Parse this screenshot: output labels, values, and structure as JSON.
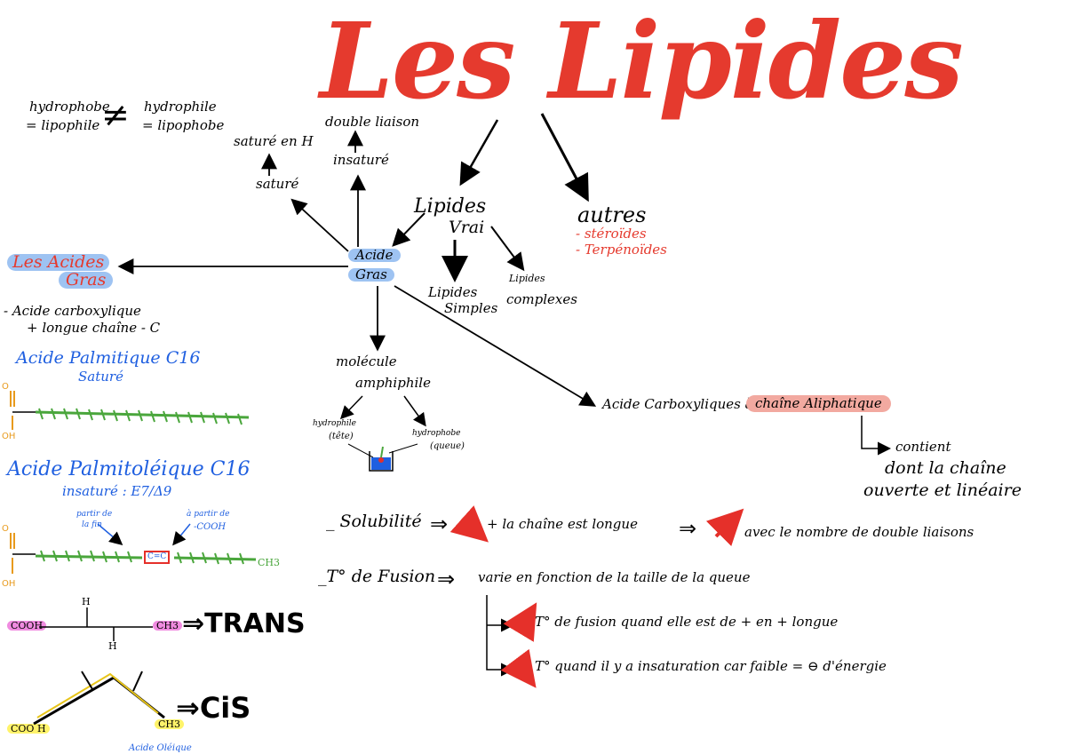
{
  "title": "Les Lipides",
  "top_left_note": {
    "left_line1": "hydrophobe",
    "left_line2": "= lipophile",
    "neq": "≠",
    "right_line1": "hydrophile",
    "right_line2": "= lipophobe"
  },
  "branches": {
    "lipides_vrai_line1": "Lipides",
    "lipides_vrai_line2": "Vrai",
    "autres": "autres",
    "autres_items": [
      "- stéroïdes",
      "- Terpénoïdes"
    ],
    "lipides_simples_line1": "Lipides",
    "lipides_simples_line2": "Simples",
    "lipides_complexes_line1": "Lipides",
    "lipides_complexes_line2": "complexes"
  },
  "acide_gras_node": {
    "line1": "Acide",
    "line2": "Gras"
  },
  "sature_chain": {
    "double_liaison": "double liaison",
    "insature": "insaturé",
    "sature_en_h": "saturé en H",
    "sature": "saturé"
  },
  "molecule": {
    "line1": "molécule",
    "line2": "amphiphile",
    "hydrophile_line1": "hydrophile",
    "hydrophile_line2": "(tête)",
    "hydrophobe_line1": "hydrophobe",
    "hydrophobe_line2": "(queue)"
  },
  "aliphatique": {
    "prefix": "Acide Carboxyliques à",
    "highlight": "chaîne Aliphatique",
    "note_line1": "contient",
    "note_line2": "dont la chaîne",
    "note_line3": "ouverte et linéaire"
  },
  "left_panel": {
    "heading_line1": "Les Acides",
    "heading_line2": "Gras",
    "def_line1": "- Acide carboxylique",
    "def_line2": "+ longue chaîne - C",
    "palmitique": "Acide Palmitique C16",
    "palmitique_sub": "Saturé",
    "palmitoleique": "Acide Palmitoléique C16",
    "palmitoleique_sub": "insaturé : Ε7/Δ9",
    "note_fin_line1": "partir de",
    "note_fin_line2": "la fin",
    "note_cooh_line1": "à partir de",
    "note_cooh_line2": "-COOH",
    "chain_label_cc": "C=C",
    "ch3": "CH3",
    "trans_left": "COOH",
    "trans_right": "CH3",
    "trans_h_top": "H",
    "trans_h_bottom": "H",
    "trans_word": "⇒TRANS",
    "cis_left": "COO H",
    "cis_right": "CH3",
    "cis_word": "⇒CiS",
    "footer_text": "Acide Oléique"
  },
  "properties": {
    "solubilite_label": "_ Solubilité",
    "solubilite_mid": "+ la chaîne est longue",
    "solubilite_end": "avec le nombre de double liaisons",
    "fusion_label": "_T° de Fusion",
    "fusion_text": "varie en fonction de la taille de la queue",
    "fusion_item1": "T° de fusion quand elle est de + en + longue",
    "fusion_item2": "T° quand il y a insaturation car faible = ⊖ d'énergie"
  },
  "colors": {
    "title_red": "#e53a2e",
    "accent_blue": "#1f5fe0",
    "chain_green": "#4aa63c",
    "highlight_blue": "#9ec3f2",
    "highlight_pink": "#f2a9a0",
    "highlight_magenta": "#f08be0",
    "highlight_yellow": "#fff36a",
    "arrow_red": "#e5302a",
    "acid_orange": "#e89a1c"
  }
}
